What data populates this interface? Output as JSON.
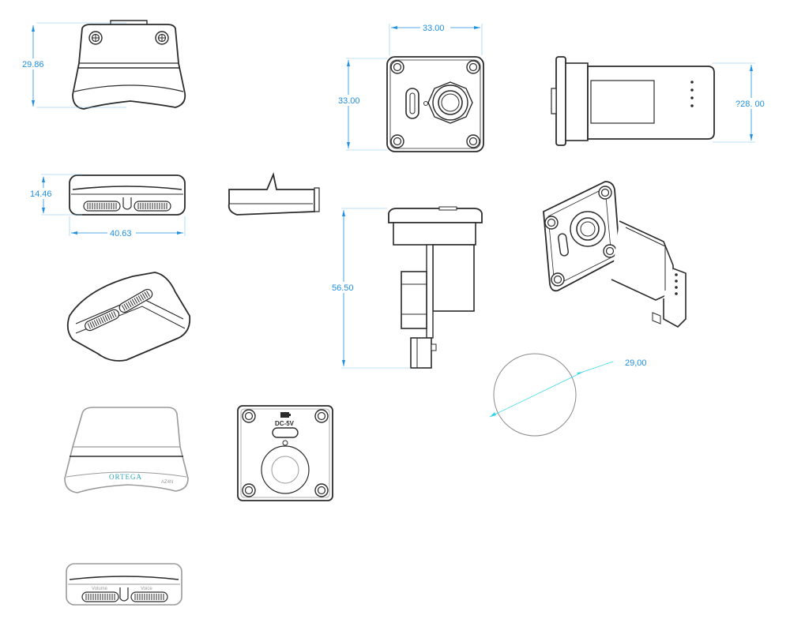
{
  "colors": {
    "line": "#2b2b2b",
    "dimension": "#1f8fe0",
    "circle_dimension": "#2fd6e8",
    "brand_text": "#2aa7b5",
    "ghost": "#9a9a9a"
  },
  "dimensions": {
    "top_view_height": "29.86",
    "front_width": "33.00",
    "front_height": "33.00",
    "side_length": "?28. 00",
    "bottom_height": "14.46",
    "bottom_width": "40.63",
    "profile_height": "56.50",
    "circle_diameter": "29,00"
  },
  "labels": {
    "brand": "ORTEGA",
    "brand_tag": "AZ4N",
    "power": "DC-5V",
    "volume": "Volume",
    "voice": "Voice"
  },
  "icons": [
    "screw-icon",
    "usb-c-port-icon",
    "battery-icon",
    "speaker-grille-icon"
  ]
}
